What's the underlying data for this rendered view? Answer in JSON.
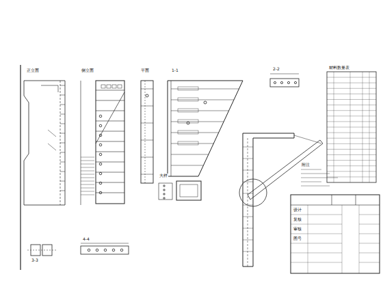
{
  "diagram": {
    "labels": [
      "正立面",
      "侧立面",
      "平面",
      "1-1",
      "2-2",
      "3-3",
      "4-4",
      "大样",
      "材料数量表",
      "附注",
      "设计",
      "复核",
      "审核",
      "图号"
    ]
  }
}
